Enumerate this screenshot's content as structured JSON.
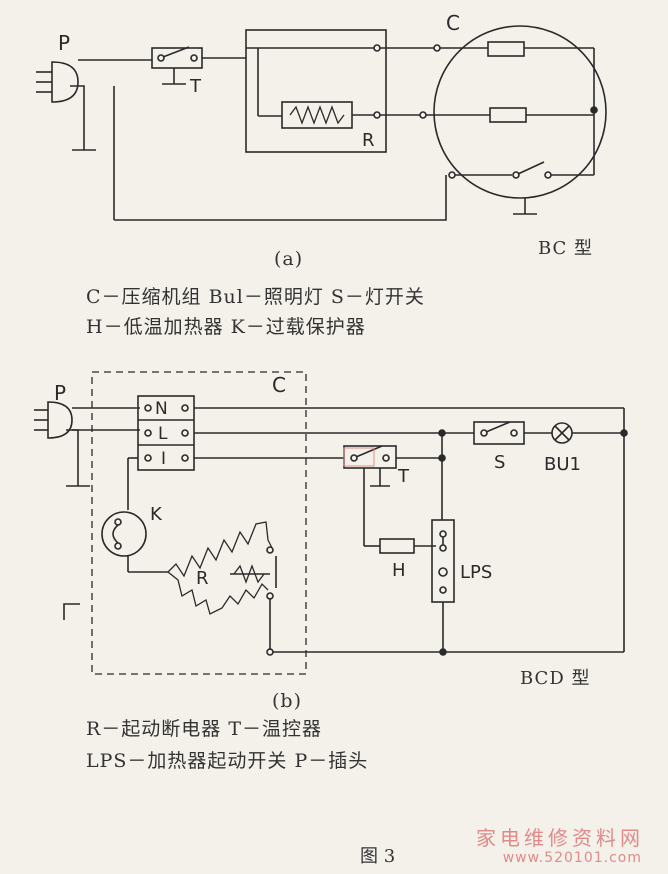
{
  "diagram_a": {
    "label_p": "P",
    "label_t": "T",
    "label_c": "C",
    "label_r": "R",
    "subcaption": "(a)",
    "type_label": "BC 型",
    "legend_line1": "C－压缩机组  Bul－照明灯  S－灯开关",
    "legend_line2": "H－低温加热器   K－过载保护器"
  },
  "diagram_b": {
    "label_p": "P",
    "label_c": "C",
    "terminal_n": "N",
    "terminal_l": "L",
    "terminal_i": "I",
    "label_k": "K",
    "label_r": "R",
    "label_t": "T",
    "label_s": "S",
    "label_bu1": "BU1",
    "label_h": "H",
    "label_lps": "LPS",
    "subcaption": "(b)",
    "type_label": "BCD 型",
    "legend_line1": "R－起动断电器  T－温控器",
    "legend_line2": "LPS－加热器起动开关  P－插头"
  },
  "figure_caption": "图 3",
  "watermark": {
    "text": "家电维修资料网",
    "url": "www.520101.com"
  }
}
